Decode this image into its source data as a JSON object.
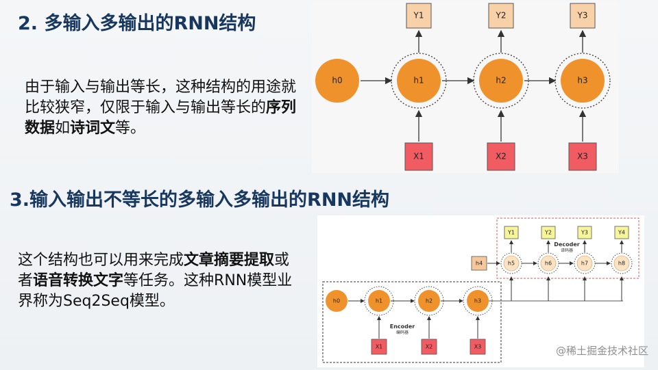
{
  "section1": {
    "title": "2. 多输入多输出的RNN结构",
    "paragraph": [
      {
        "text": "由于输入与输出等长，这种结构的用途就比较狭窄，仅限于输入与输出等长的",
        "bold": false
      },
      {
        "text": "序列数据",
        "bold": true
      },
      {
        "text": "如",
        "bold": false
      },
      {
        "text": "诗词文",
        "bold": true
      },
      {
        "text": "等。",
        "bold": false
      }
    ],
    "diagram": {
      "hidden": [
        "h0",
        "h1",
        "h2",
        "h3"
      ],
      "outputs": [
        "Y1",
        "Y2",
        "Y3"
      ],
      "inputs": [
        "X1",
        "X2",
        "X3"
      ]
    }
  },
  "section2": {
    "title": "3.输入输出不等长的多输入多输出的RNN结构",
    "paragraph": [
      {
        "text": "这个结构也可以用来完成",
        "bold": false
      },
      {
        "text": "文章摘要提取",
        "bold": true
      },
      {
        "text": "或者",
        "bold": false
      },
      {
        "text": "语音转换文字",
        "bold": true
      },
      {
        "text": "等任务。这种RNN模型业界称为Seq2Seq模型。",
        "bold": false
      }
    ],
    "diagram": {
      "decoder_title": "Decoder",
      "decoder_subtitle": "译码器",
      "encoder_title": "Encoder",
      "encoder_subtitle": "编码器",
      "encoder_hidden": [
        "h0",
        "h1",
        "h2",
        "h3"
      ],
      "encoder_inputs": [
        "X1",
        "X2",
        "X3"
      ],
      "decoder_context": "h4",
      "decoder_hidden": [
        "h5",
        "h6",
        "h7",
        "h8"
      ],
      "decoder_outputs": [
        "Y1",
        "Y2",
        "Y3",
        "Y4"
      ]
    }
  },
  "watermark": "@稀土掘金技术社区",
  "colors": {
    "heading": "#17375e",
    "hidden_node": "#f0922b",
    "output_box": "#f8d1a8",
    "input_box": "#f15c63",
    "decoder_output_box": "#f7f59a",
    "decoder_hidden_node": "#fbe3c4",
    "context_box": "#f5c79a"
  }
}
